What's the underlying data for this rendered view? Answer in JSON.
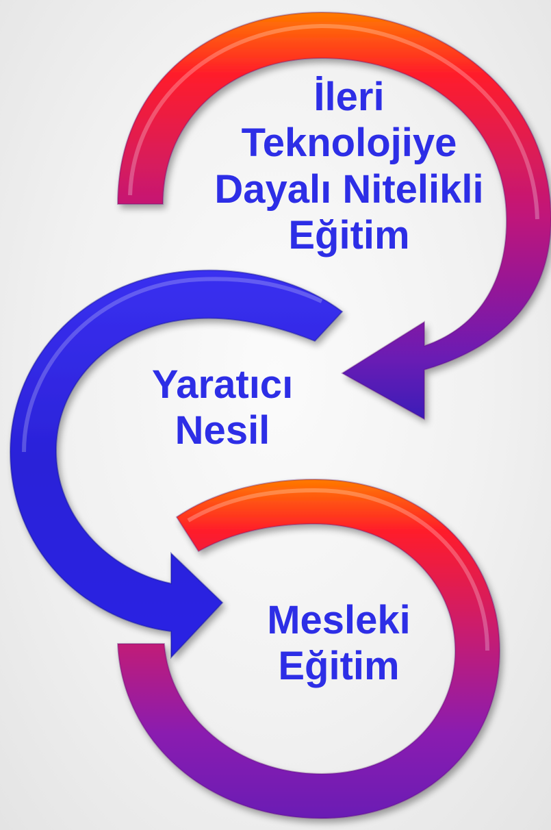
{
  "diagram": {
    "colors": {
      "background": "#f1f1f1",
      "text": "#2d2ee6",
      "warm_arrow_start": "#ff6a00",
      "warm_arrow_mid": "#ff1a3c",
      "warm_arrow_end": "#8a1aa8",
      "warm_arrow_tip": "#3a1ab0",
      "blue_arrow": "#2a24e0",
      "blue_arrow_dark": "#1a14b0"
    },
    "nodes": [
      {
        "id": "top",
        "lines": [
          "İleri",
          "Teknolojiye",
          "Dayalı Nitelikli",
          "Eğitim"
        ]
      },
      {
        "id": "mid",
        "lines": [
          "Yaratıcı",
          "Nesil"
        ]
      },
      {
        "id": "bottom",
        "lines": [
          "Mesleki",
          "Eğitim"
        ]
      }
    ]
  }
}
